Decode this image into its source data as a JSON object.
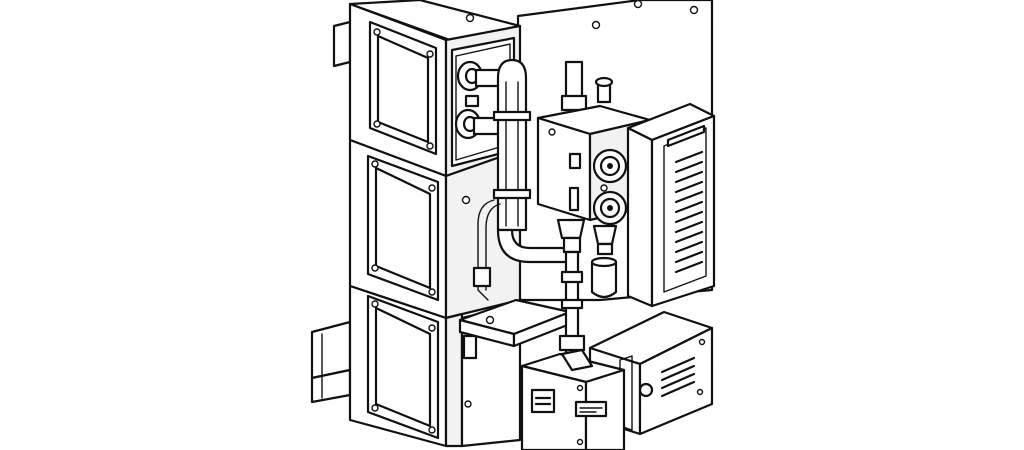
{
  "illustration": {
    "style": "black line art on white",
    "colors": {
      "line": "#111111",
      "background": "#ffffff",
      "fill": "#ffffff"
    },
    "components": [
      "stacked-enclosure-cabinet",
      "back-mounting-plate",
      "valve-block-with-gauges",
      "vented-power-module",
      "label-control-box",
      "vented-terminal-box",
      "vertical-pipe-run",
      "mounting-bracket"
    ]
  }
}
